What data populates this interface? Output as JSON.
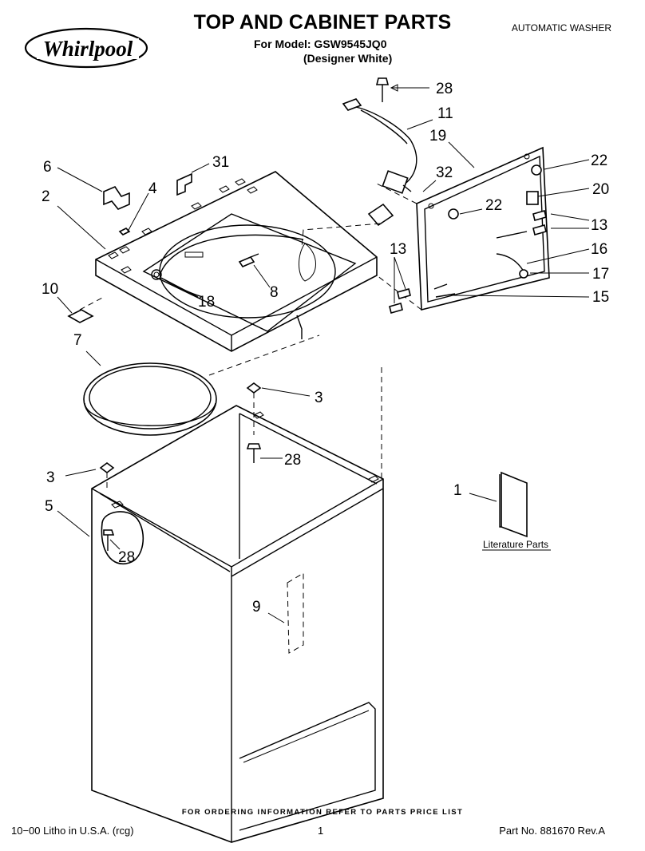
{
  "header": {
    "brand": "Whirlpool",
    "title": "TOP AND CABINET PARTS",
    "model_line": "For Model: GSW9545JQ0",
    "variant_line": "(Designer White)",
    "product_type": "AUTOMATIC WASHER"
  },
  "callouts": {
    "c28_top": "28",
    "c11": "11",
    "c19": "19",
    "c22_right": "22",
    "c6": "6",
    "c31": "31",
    "c32": "32",
    "c20": "20",
    "c2": "2",
    "c4": "4",
    "c22_inner": "22",
    "c13_right": "13",
    "c16": "16",
    "c13_left": "13",
    "c17": "17",
    "c10": "10",
    "c8": "8",
    "c18": "18",
    "c15": "15",
    "c7": "7",
    "c3_mid": "3",
    "c28_mid": "28",
    "c3_left": "3",
    "c1": "1",
    "c5": "5",
    "c28_left": "28",
    "c9": "9"
  },
  "literature_label": "Literature Parts",
  "footer": {
    "ordering_note": "FOR ORDERING INFORMATION REFER TO PARTS PRICE LIST",
    "litho": "10−00 Litho in U.S.A. (rcg)",
    "page_number": "1",
    "part_number": "Part No. 881670 Rev.A"
  }
}
